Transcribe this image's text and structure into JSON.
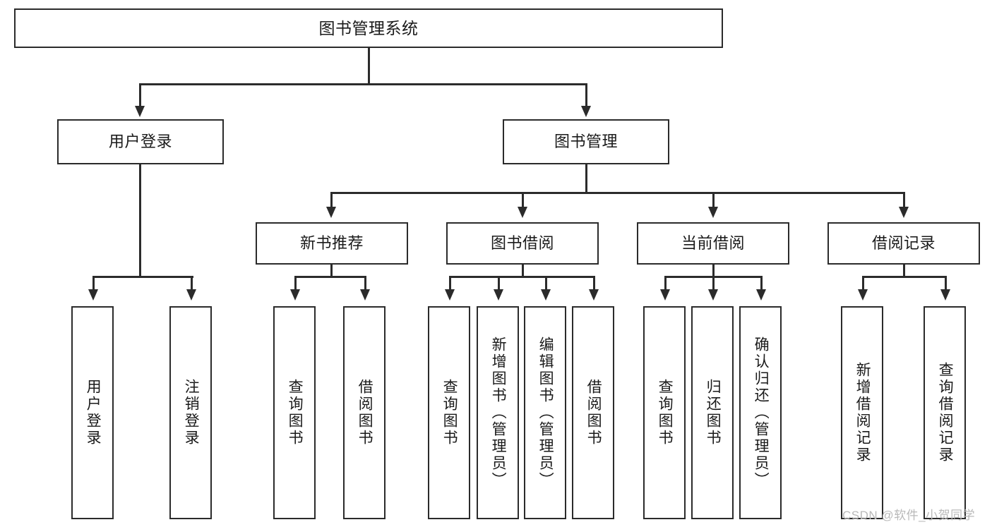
{
  "diagram": {
    "title_node": {
      "label": "图书管理系统"
    },
    "level2": [
      {
        "label": "用户登录"
      },
      {
        "label": "图书管理"
      }
    ],
    "level3": [
      {
        "label": "新书推荐"
      },
      {
        "label": "图书借阅"
      },
      {
        "label": "当前借阅"
      },
      {
        "label": "借阅记录"
      }
    ],
    "leaves": {
      "user_login": [
        {
          "label": "用户登录"
        },
        {
          "label": "注销登录"
        }
      ],
      "new_book": [
        {
          "label": "查询图书"
        },
        {
          "label": "借阅图书"
        }
      ],
      "book_borrow": [
        {
          "label": "查询图书"
        },
        {
          "label": "新增图书（管理员）"
        },
        {
          "label": "编辑图书（管理员）"
        },
        {
          "label": "借阅图书"
        }
      ],
      "current_borrow": [
        {
          "label": "查询图书"
        },
        {
          "label": "归还图书"
        },
        {
          "label": "确认归还（管理员）"
        }
      ],
      "borrow_record": [
        {
          "label": "新增借阅记录"
        },
        {
          "label": "查询借阅记录"
        }
      ]
    }
  },
  "watermark": {
    "text": "CSDN @软件_小贺同学"
  },
  "colors": {
    "stroke": "#2b2b2b",
    "background": "#ffffff",
    "text": "#1a1a1a",
    "watermark": "#b9b9b9"
  }
}
